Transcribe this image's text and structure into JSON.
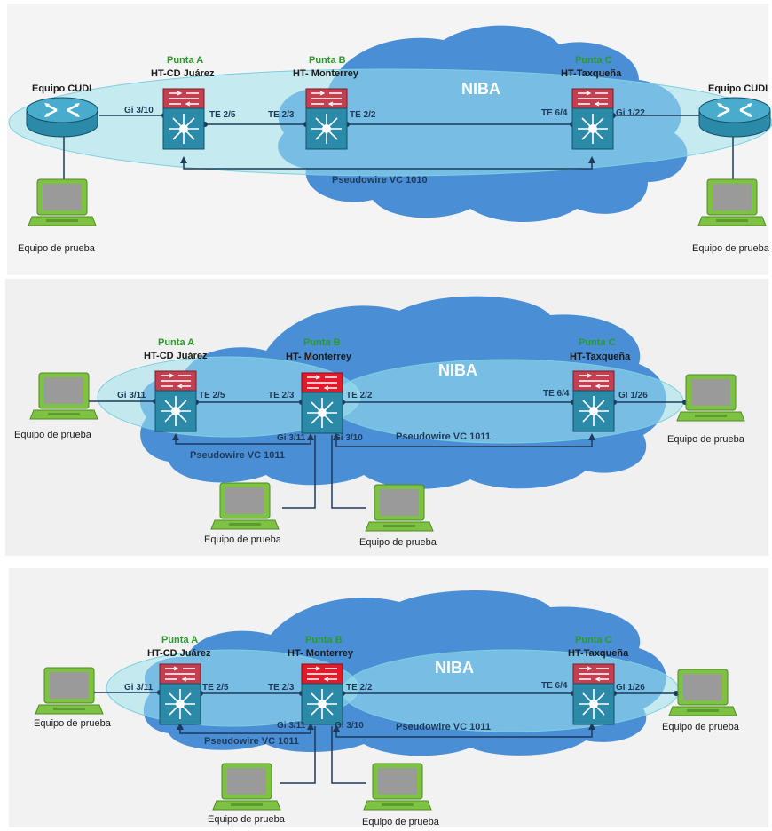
{
  "d1": {
    "niba": "NIBA",
    "cudi_left": "Equipo CUDI",
    "cudi_right": "Equipo CUDI",
    "puntaA": "Punta A",
    "puntaA_site": "HT-CD Juárez",
    "puntaB": "Punta B",
    "puntaB_site": "HT- Monterrey",
    "puntaC": "Punta C",
    "puntaC_site": "HT-Taxqueña",
    "p_gi310": "Gi 3/10",
    "p_te25": "TE 2/5",
    "p_te23": "TE 2/3",
    "p_te22": "TE 2/2",
    "p_te64": "TE 6/4",
    "p_gi122": "Gi 1/22",
    "pw": "Pseudowire VC 1010",
    "test_left": "Equipo de prueba",
    "test_right": "Equipo de prueba"
  },
  "d2": {
    "niba": "NIBA",
    "puntaA": "Punta A",
    "puntaA_site": "HT-CD Juárez",
    "puntaB": "Punta B",
    "puntaB_site": "HT- Monterrey",
    "puntaC": "Punta C",
    "puntaC_site": "HT-Taxqueña",
    "p_gi311": "Gi 3/11",
    "p_te25": "TE 2/5",
    "p_te23": "TE 2/3",
    "p_te22": "TE 2/2",
    "p_te64": "TE 6/4",
    "p_gi126": "GI 1/26",
    "p_b_gi311": "Gi 3/11",
    "p_b_gi310": "Gi 3/10",
    "pw_left": "Pseudowire VC 1011",
    "pw_right": "Pseudowire VC 1011",
    "test_left": "Equipo de prueba",
    "test_right": "Equipo de prueba",
    "test_bl": "Equipo de prueba",
    "test_br": "Equipo de prueba"
  },
  "d3": {
    "niba": "NIBA",
    "puntaA": "Punta A",
    "puntaA_site": "HT-CD Juárez",
    "puntaB": "Punta B",
    "puntaB_site": "HT- Monterrey",
    "puntaC": "Punta C",
    "puntaC_site": "HT-Taxqueña",
    "p_gi311": "Gi 3/11",
    "p_te25": "TE 2/5",
    "p_te23": "TE 2/3",
    "p_te22": "TE 2/2",
    "p_te64": "TE 6/4",
    "p_gi126": "GI 1/26",
    "p_b_gi311": "Gi 3/11",
    "p_b_gi310": "Gi 3/10",
    "pw_left": "Pseudowire VC 1011",
    "pw_right": "Pseudowire VC 1011",
    "test_left": "Equipo de prueba",
    "test_right": "Equipo de prueba",
    "test_bl": "Equipo de prueba",
    "test_br": "Equipo de prueba"
  },
  "colors": {
    "cloud": "#4a8fd6",
    "ellipse": "#9fe3ef",
    "switch": "#2a8aa8",
    "router_top": "#d04a58",
    "router_top_active": "#e01c2c",
    "laptop": "#7dc242",
    "link": "#1e3a5a",
    "punta": "#2a9a2a"
  }
}
